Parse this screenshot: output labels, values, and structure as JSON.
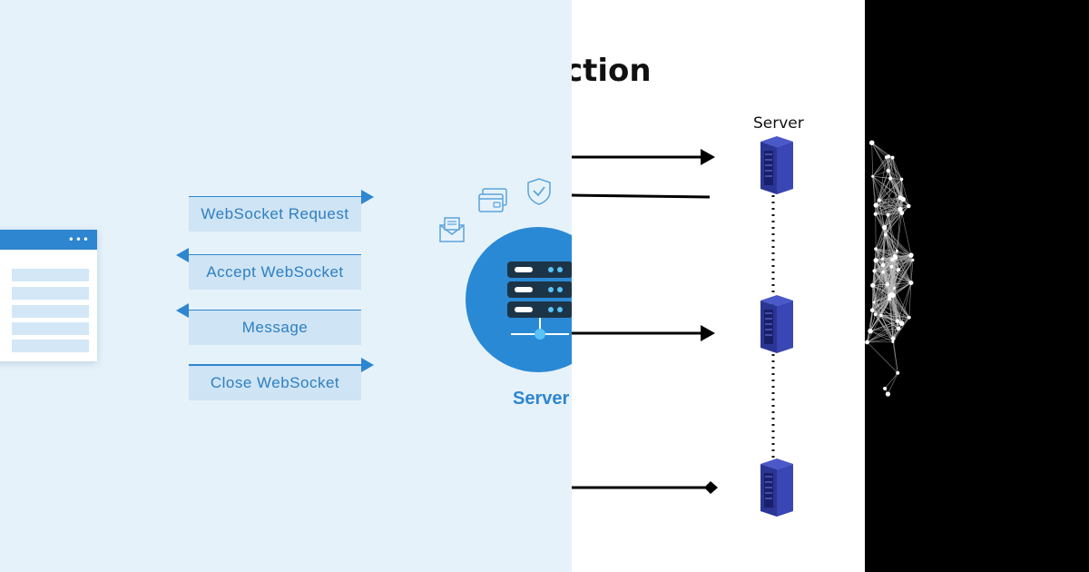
{
  "left_panel": {
    "messages": [
      {
        "label": "WebSocket Request",
        "direction": "right"
      },
      {
        "label": "Accept WebSocket",
        "direction": "left"
      },
      {
        "label": "Message",
        "direction": "left"
      },
      {
        "label": "Close WebSocket",
        "direction": "right"
      }
    ],
    "browser_dots": "•••",
    "server_label": "Server",
    "icons": [
      "envelope-icon",
      "credit-card-icon",
      "shield-check-icon",
      "server-rack-icon"
    ],
    "colors": {
      "accent": "#2d86cf",
      "label_bg": "#cfe4f4",
      "panel_bg": "#e6f2fa"
    }
  },
  "middle_panel": {
    "title_fragment": "ction",
    "server_label": "Server",
    "icons": [
      "server-tower-icon",
      "server-tower-icon",
      "server-tower-icon"
    ]
  },
  "right_panel": {
    "icons": [
      "network-globe-icon"
    ]
  }
}
